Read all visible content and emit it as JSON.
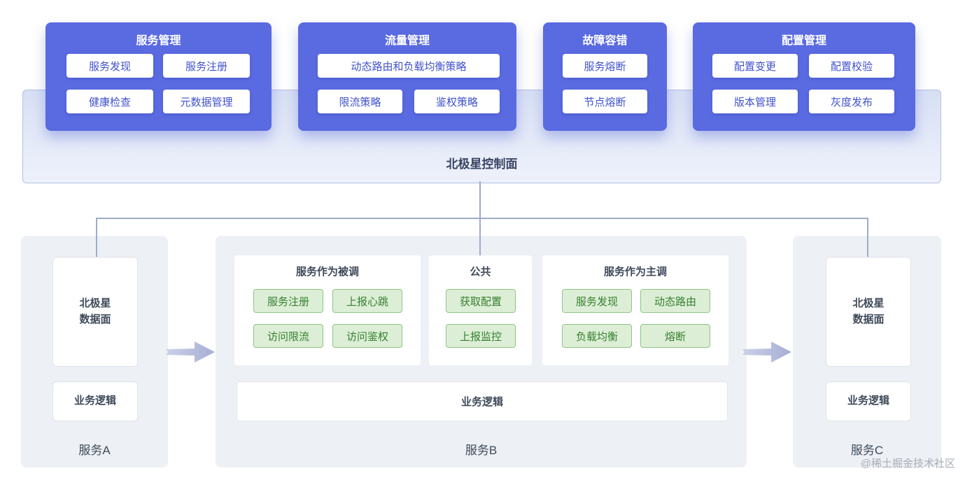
{
  "control_plane": {
    "label": "北极星控制面",
    "cards": [
      {
        "title": "服务管理",
        "buttons": [
          "服务发现",
          "服务注册",
          "健康检查",
          "元数据管理"
        ]
      },
      {
        "title": "流量管理",
        "buttons": [
          "动态路由和负载均衡策略",
          "限流策略",
          "鉴权策略"
        ]
      },
      {
        "title": "故障容错",
        "buttons": [
          "服务熔断",
          "节点熔断"
        ]
      },
      {
        "title": "配置管理",
        "buttons": [
          "配置变更",
          "配置校验",
          "版本管理",
          "灰度发布"
        ]
      }
    ]
  },
  "services": {
    "a": {
      "label": "服务A",
      "data_plane_line1": "北极星",
      "data_plane_line2": "数据面",
      "business_logic": "业务逻辑"
    },
    "b": {
      "label": "服务B",
      "business_logic": "业务逻辑",
      "panels": [
        {
          "title": "服务作为被调",
          "buttons": [
            "服务注册",
            "上报心跳",
            "访问限流",
            "访问鉴权"
          ]
        },
        {
          "title": "公共",
          "buttons": [
            "获取配置",
            "上报监控"
          ]
        },
        {
          "title": "服务作为主调",
          "buttons": [
            "服务发现",
            "动态路由",
            "负载均衡",
            "熔断"
          ]
        }
      ]
    },
    "c": {
      "label": "服务C",
      "data_plane_line1": "北极星",
      "data_plane_line2": "数据面",
      "business_logic": "业务逻辑"
    }
  },
  "watermark": "@稀土掘金技术社区",
  "colors": {
    "card_purple": "#5a6ae1",
    "purple_button_text": "#4052cc",
    "band_fill": "#dde4f6",
    "band_border": "#b5c1e2",
    "green_button_bg": "#ddeed6",
    "green_button_border": "#8cc584",
    "green_button_text": "#35802f",
    "connector_line": "#9fabc9",
    "arrow_fill": "#adb4d6"
  }
}
